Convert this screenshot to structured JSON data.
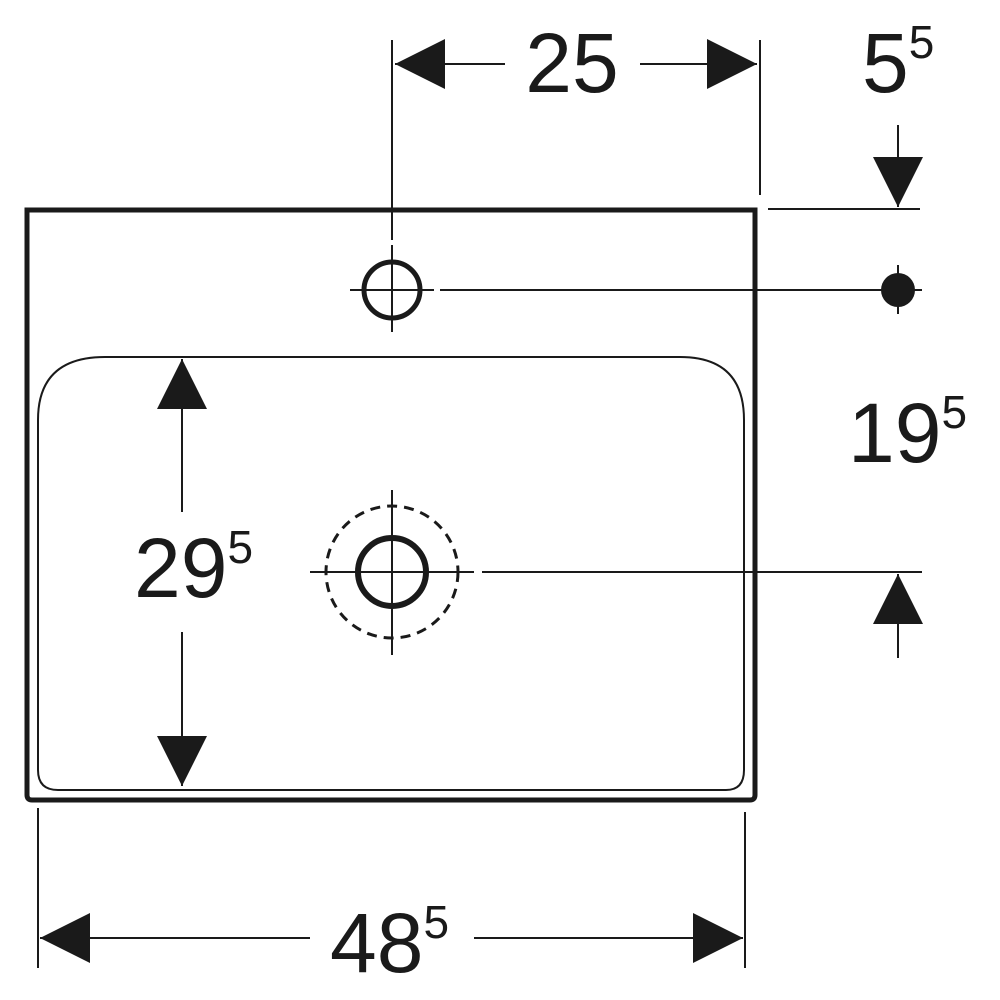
{
  "colors": {
    "line": "#1a1a1a",
    "background": "#ffffff"
  },
  "dimensions": {
    "tap_hole_offset": {
      "main": "25",
      "sup": ""
    },
    "tap_hole_from_back": {
      "main": "5",
      "sup": "5"
    },
    "tap_to_drain": {
      "main": "19",
      "sup": "5"
    },
    "basin_depth": {
      "main": "29",
      "sup": "5"
    },
    "basin_width": {
      "main": "48",
      "sup": "5"
    }
  },
  "icons": [
    "arrowhead-icon",
    "tap-hole-icon",
    "drain-icon",
    "center-point-icon"
  ]
}
